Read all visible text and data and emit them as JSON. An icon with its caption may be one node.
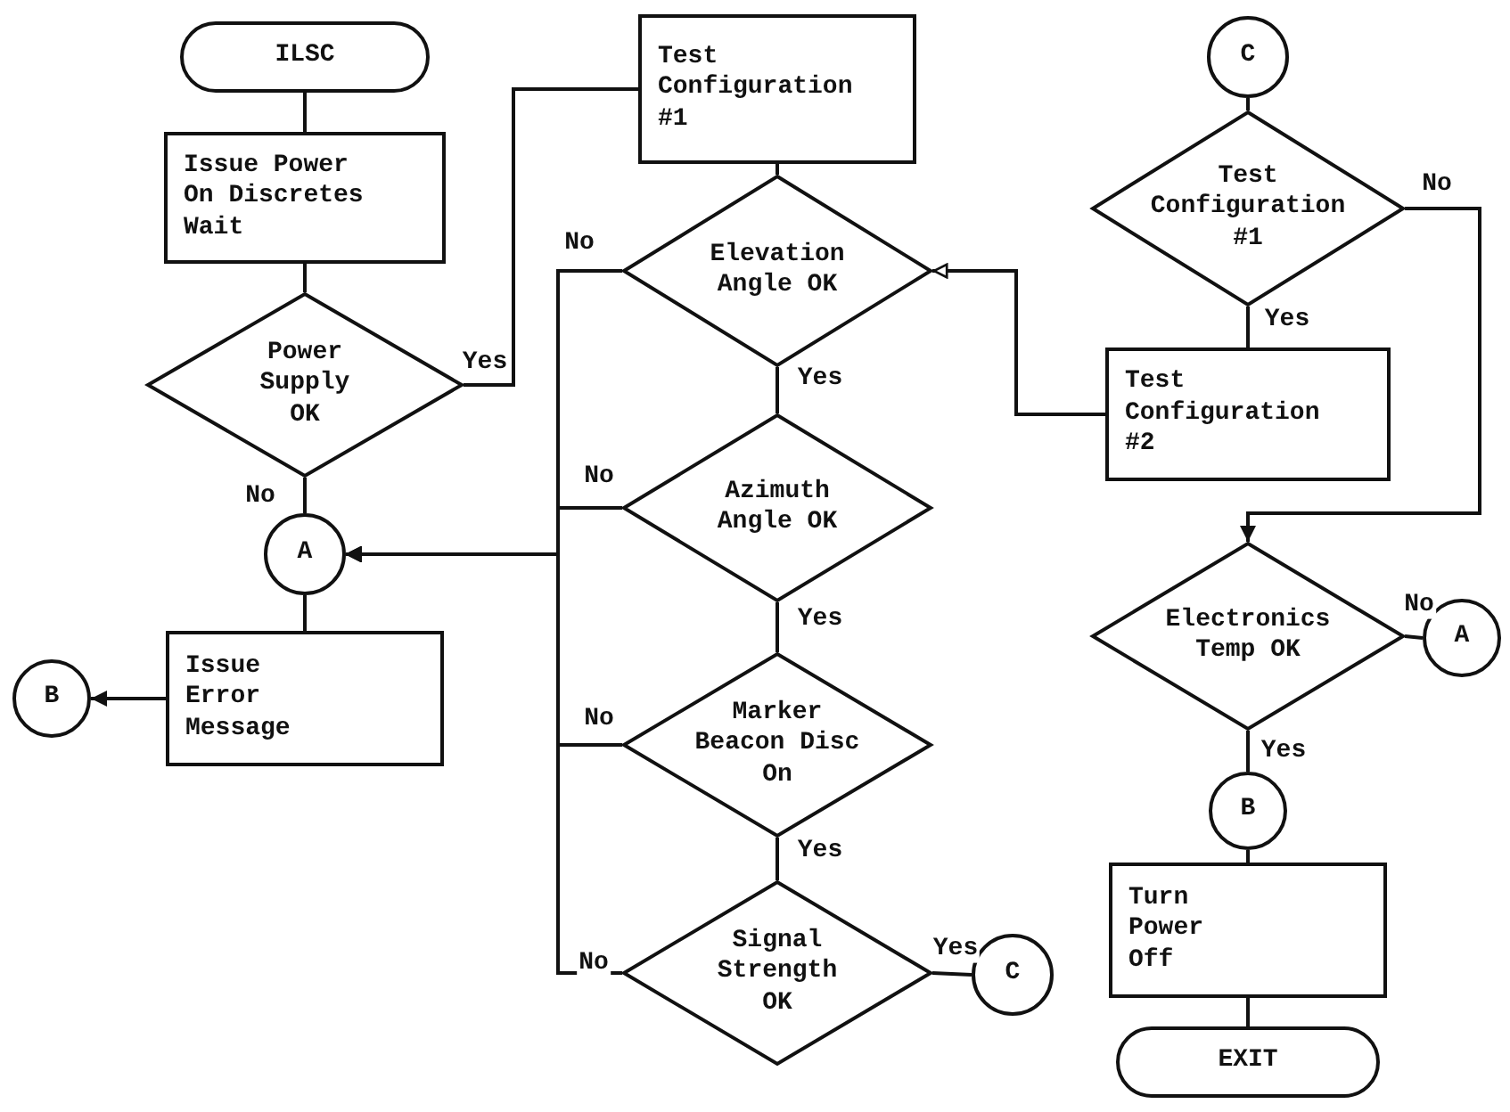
{
  "diagram": {
    "nodes": [
      {
        "text": [
          "ILSC"
        ]
      },
      {
        "text": [
          "Issue Power On Discretes Wait"
        ]
      },
      {
        "text": [
          "Power Supply OK"
        ]
      },
      {
        "text": [
          "A"
        ]
      },
      {
        "text": [
          "Issue Error Message"
        ]
      },
      {
        "text": [
          "B"
        ]
      },
      {
        "text": [
          "Test Configuration #1"
        ]
      },
      {
        "text": [
          "Elevation Angle OK"
        ]
      },
      {
        "text": [
          "Azimuth Angle OK"
        ]
      },
      {
        "text": [
          "Marker Beacon Disc On"
        ]
      },
      {
        "text": [
          "Signal Strength OK"
        ]
      },
      {
        "text": [
          "C"
        ]
      },
      {
        "text": [
          "C"
        ]
      },
      {
        "text": [
          "Test Configuration #1"
        ]
      },
      {
        "text": [
          "Test Configuration #2"
        ]
      },
      {
        "text": [
          "Electronics Temp OK"
        ]
      },
      {
        "text": [
          "A"
        ]
      },
      {
        "text": [
          "B"
        ]
      },
      {
        "text": [
          "Turn Power Off"
        ]
      },
      {
        "text": [
          "EXIT"
        ]
      }
    ],
    "edges": [
      {
        "from": 0,
        "to": 1,
        "arrow": "none"
      },
      {
        "from": 1,
        "to": 2,
        "arrow": "none"
      },
      {
        "from": 2,
        "to": 3,
        "arrow": "none",
        "label": "No"
      },
      {
        "from": 3,
        "to": 4,
        "arrow": "none"
      },
      {
        "from": 4,
        "to": 5,
        "arrow": "to"
      },
      {
        "from": 2,
        "to": 6,
        "arrow": "none",
        "label": "Yes"
      },
      {
        "from": 6,
        "to": 7,
        "arrow": "none"
      },
      {
        "from": 7,
        "to": 8,
        "arrow": "none",
        "label": "Yes"
      },
      {
        "from": 8,
        "to": 9,
        "arrow": "none",
        "label": "Yes"
      },
      {
        "from": 9,
        "to": 10,
        "arrow": "none",
        "label": "Yes"
      },
      {
        "from": 10,
        "to": 11,
        "arrow": "none",
        "label": "Yes"
      },
      {
        "from": 7,
        "to": 3,
        "arrow": "to",
        "label": "No"
      },
      {
        "from": 8,
        "to": 3,
        "arrow": "to",
        "label": "No"
      },
      {
        "from": 9,
        "to": 3,
        "arrow": "to",
        "label": "No"
      },
      {
        "from": 10,
        "to": 3,
        "arrow": "to",
        "label": "No"
      },
      {
        "from": 12,
        "to": 13,
        "arrow": "none"
      },
      {
        "from": 13,
        "to": 14,
        "arrow": "none",
        "label": "Yes"
      },
      {
        "from": 14,
        "to": 7,
        "arrow": "to"
      },
      {
        "from": 13,
        "to": 15,
        "arrow": "to",
        "label": "No"
      },
      {
        "from": 15,
        "to": 16,
        "arrow": "none",
        "label": "No"
      },
      {
        "from": 15,
        "to": 17,
        "arrow": "none",
        "label": "Yes"
      },
      {
        "from": 17,
        "to": 18,
        "arrow": "none"
      },
      {
        "from": 18,
        "to": 19,
        "arrow": "none"
      }
    ]
  }
}
